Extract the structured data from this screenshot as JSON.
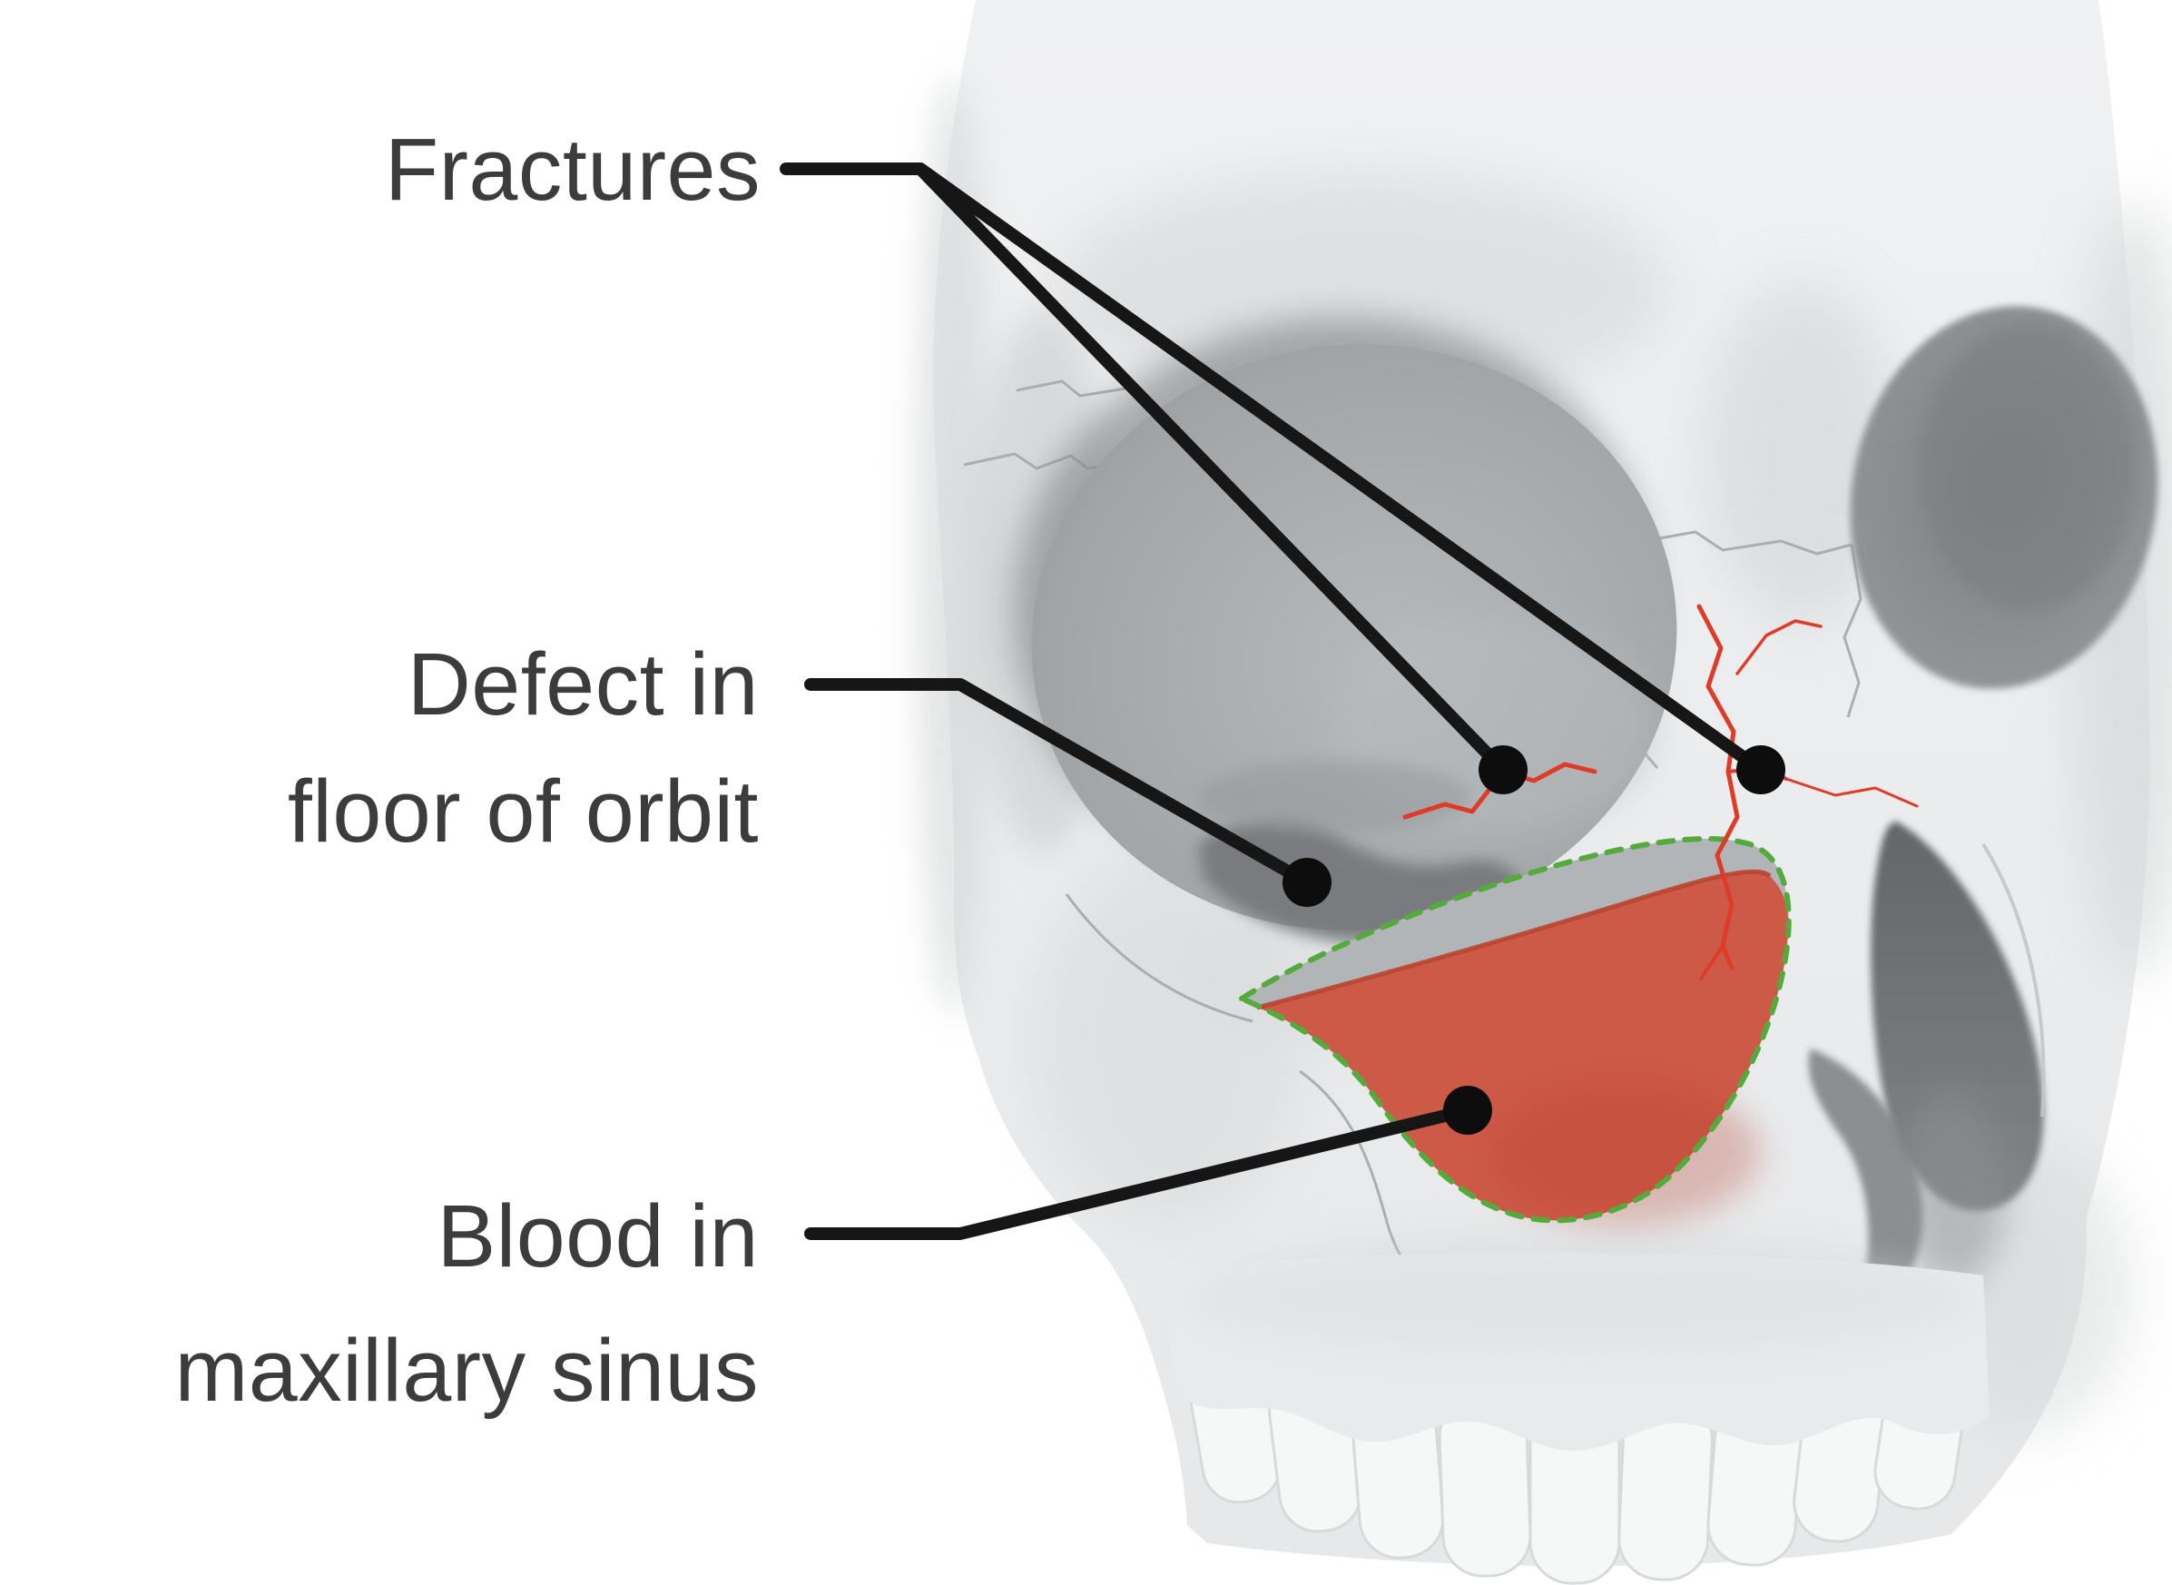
{
  "diagram": {
    "background": "#ffffff",
    "labels": {
      "fractures": {
        "text": "Fractures"
      },
      "defect": {
        "line1": "Defect in",
        "line2": "floor of orbit"
      },
      "blood": {
        "line1": "Blood in",
        "line2": "maxillary sinus"
      }
    },
    "colors": {
      "label_text": "#3c3c3c",
      "leader_line": "#161616",
      "callout_dot": "#0d0d0d",
      "fracture_red": "#e03b27",
      "blood_red": "#cd5a47",
      "sinus_outline_green": "#55aa3c",
      "sinus_lining_gray": "#b2b5b7",
      "skull_light": "#eceeef",
      "orbit_gray": "#9b9ea0",
      "nasal_dark": "#6a6d6f",
      "teeth_white": "#f6f7f7"
    }
  }
}
